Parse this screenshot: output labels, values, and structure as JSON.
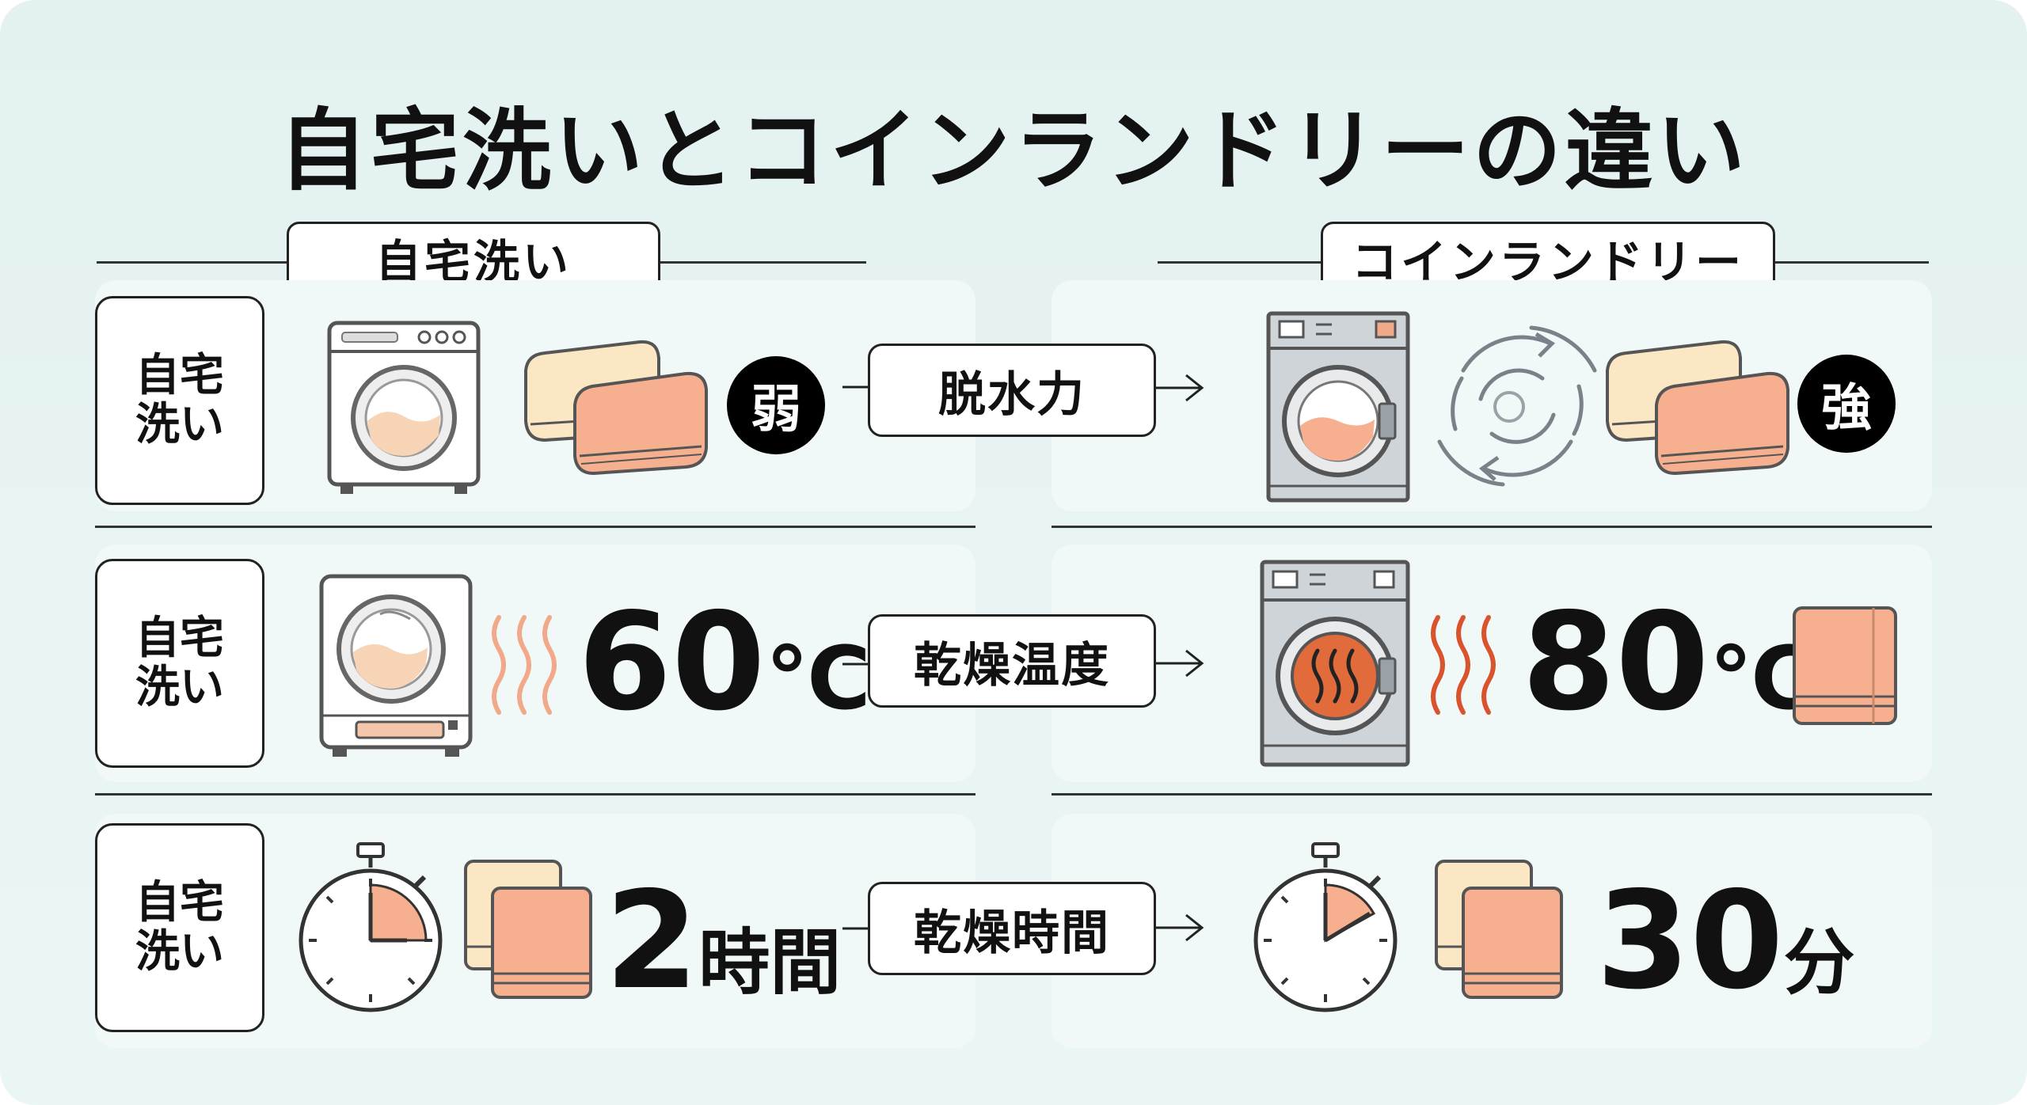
{
  "title": "自宅洗いとコインランドリーの違い",
  "headers": {
    "home": "自宅洗い",
    "coin": "コインランドリー"
  },
  "rows": [
    {
      "label": "自宅洗い",
      "metric": "脱水力",
      "home_value": "弱",
      "coin_value": "強"
    },
    {
      "label": "自宅洗い",
      "metric": "乾燥温度",
      "home_number": "60",
      "home_unit": "℃",
      "coin_number": "80",
      "coin_unit": "℃"
    },
    {
      "label": "自宅洗い",
      "metric": "乾燥時間",
      "home_number": "2",
      "home_unit": "時間",
      "coin_number": "30",
      "coin_unit": "分"
    }
  ],
  "colors": {
    "background": "#e6f3f3",
    "towel_cream": "#fbe7c4",
    "towel_orange": "#f6b08f",
    "heat_home": "#f2a98a",
    "heat_coin": "#d9532e",
    "text": "#111111"
  }
}
